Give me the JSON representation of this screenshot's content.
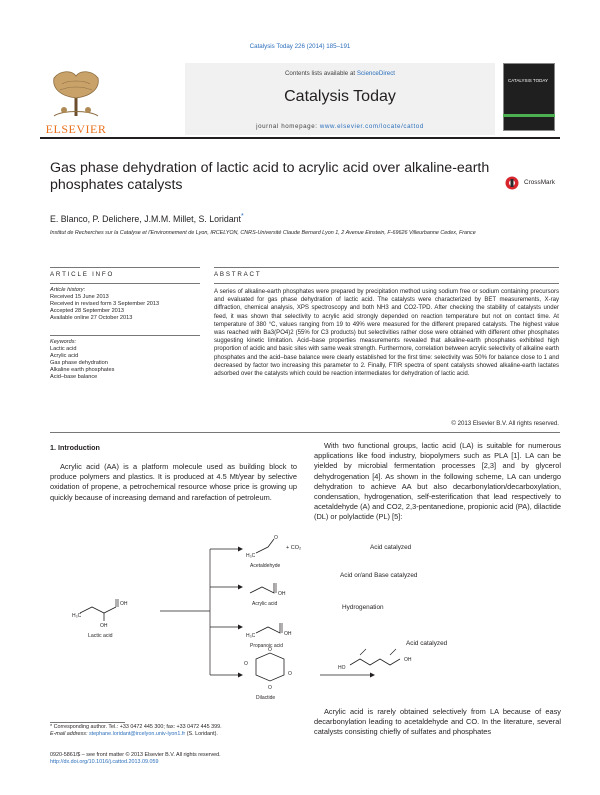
{
  "header": {
    "citation": "Catalysis Today 226 (2014) 185–191",
    "contents_prefix": "Contents lists available at ",
    "contents_link": "ScienceDirect",
    "journal_title": "Catalysis Today",
    "homepage_prefix": "journal homepage: ",
    "homepage_link": "www.elsevier.com/locate/cattod",
    "publisher_logo_text": "ELSEVIER",
    "cover_title": "CATALYSIS TODAY"
  },
  "article": {
    "title": "Gas phase dehydration of lactic acid to acrylic acid over alkaline-earth phosphates catalysts",
    "crossmark_label": "CrossMark",
    "authors": "E. Blanco, P. Delichere, J.M.M. Millet, S. Loridant",
    "author_mark": "*",
    "affiliation": "Institut de Recherches sur la Catalyse et l'Environnement de Lyon, IRCELYON, CNRS-Université Claude Bernard Lyon 1, 2 Avenue Einstein, F-69626 Villeurbanne Cedex, France"
  },
  "article_info": {
    "heading": "ARTICLE INFO",
    "history_label": "Article history:",
    "history": [
      "Received 15 June 2013",
      "Received in revised form 3 September 2013",
      "Accepted 28 September 2013",
      "Available online 27 October 2013"
    ],
    "keywords_label": "Keywords:",
    "keywords": [
      "Lactic acid",
      "Acrylic acid",
      "Gas phase dehydration",
      "Alkaline earth phosphates",
      "Acid–base balance"
    ]
  },
  "abstract": {
    "heading": "ABSTRACT",
    "text": "A series of alkaline-earth phosphates were prepared by precipitation method using sodium free or sodium containing precursors and evaluated for gas phase dehydration of lactic acid. The catalysts were characterized by BET measurements, X-ray diffraction, chemical analysis, XPS spectroscopy and both NH3 and CO2-TPD. After checking the stability of catalysts under feed, it was shown that selectivity to acrylic acid strongly depended on reaction temperature but not on contact time. At temperature of 380 °C, values ranging from 19 to 49% were measured for the different prepared catalysts. The highest value was reached with Ba3(PO4)2 (55% for C3 products) but selectivities rather close were obtained with different other phosphates suggesting kinetic limitation. Acid–base properties measurements revealed that alkaline-earth phosphates exhibited high proportion of acidic and basic sites with same weak strength. Furthermore, correlation between acrylic selectivity of alkaline earth phosphates and the acid–base balance were clearly established for the first time: selectivity was 50% for balance close to 1 and decreased by factor two increasing this parameter to 2. Finally, FTIR spectra of spent catalysts showed alkaline-earth lactates adsorbed over the catalysts which could be reaction intermediates for dehydration of lactic acid.",
    "copyright": "© 2013 Elsevier B.V. All rights reserved."
  },
  "intro": {
    "heading": "1. Introduction",
    "left_paragraph": "Acrylic acid (AA) is a platform molecule used as building block to produce polymers and plastics. It is produced at 4.5 Mt/year by selective oxidation of propene, a petrochemical resource whose price is growing up quickly because of increasing demand and rarefaction of petroleum.",
    "right_paragraph": "With two functional groups, lactic acid (LA) is suitable for numerous applications like food industry, biopolymers such as PLA [1]. LA can be yielded by microbial fermentation processes [2,3] and by glycerol dehydrogenation [4]. As shown in the following scheme, LA can undergo dehydration to achieve AA but also decarbonylation/decarboxylation, condensation, hydrogenation, self-esterification that lead respectively to acetaldehyde (A) and CO2, 2,3-pentanedione, propionic acid (PA), dilactide (DL) or polylactide (PL) [5]:",
    "right_paragraph_2": "Acrylic acid is rarely obtained selectively from LA because of easy decarbonylation leading to acetaldehyde and CO. In the literature, several catalysts consisting chiefly of sulfates and phosphates"
  },
  "scheme": {
    "lactic_label": "Lactic acid",
    "acetaldehyde_label": "Acetaldehyde",
    "acrylic_label": "Acrylic acid",
    "propanoic_label": "Propanoic acid",
    "dilactide_label": "Dilactide",
    "co2_label": "+ CO₂",
    "route_acid": "Acid catalyzed",
    "route_acidbase": "Acid or/and Base catalyzed",
    "route_hydrogenation": "Hydrogenation",
    "route_acid_2": "Acid catalyzed"
  },
  "footer": {
    "corresponding": "* Corresponding author. Tel.: +33 0472 445 300; fax: +33 0472 445 399.",
    "email_label": "E-mail address: ",
    "email": "stephane.loridant@ircelyon.univ-lyon1.fr",
    "email_suffix": " (S. Loridant).",
    "issn": "0920-5861/$ – see front matter © 2013 Elsevier B.V. All rights reserved.",
    "doi": "http://dx.doi.org/10.1016/j.cattod.2013.09.059"
  }
}
